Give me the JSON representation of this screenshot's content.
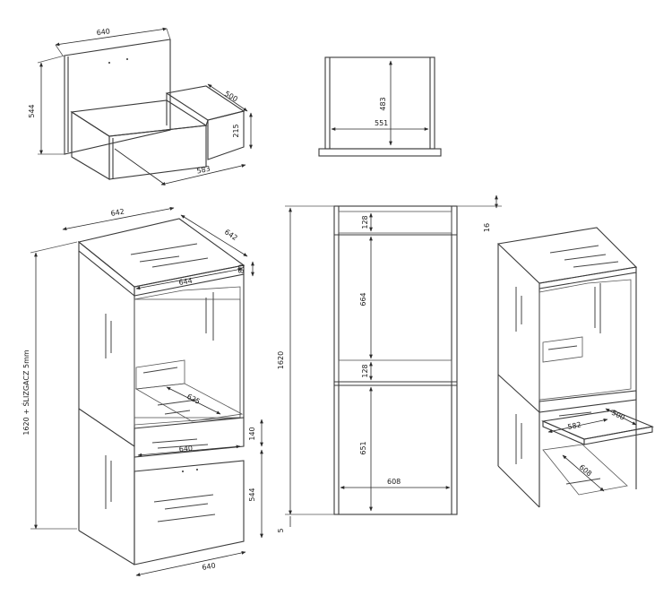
{
  "drawings": {
    "drawer_unit": {
      "width": "640",
      "height": "544",
      "depth": "500",
      "drawer_height": "215",
      "drawer_width": "583"
    },
    "drawer_front": {
      "height": "483",
      "width": "551"
    },
    "cabinet_iso": {
      "width_top": "642",
      "depth_top": "642",
      "front_width": "644",
      "top_height": "80",
      "total_height": "1620 + ŚLIZGACZ 5mm",
      "shelf_depth": "625",
      "drawer_front_width": "640",
      "drawer_front_height": "140",
      "lower_height": "544",
      "bottom_width": "640"
    },
    "front_view": {
      "total_height": "1620",
      "top_gap": "16",
      "top_panel": "128",
      "upper_height": "664",
      "mid_panel": "128",
      "lower_height": "651",
      "inner_width": "608",
      "foot": "5"
    },
    "cabinet_open": {
      "shelf_width": "582",
      "shelf_depth": "500",
      "lower_depth": "608"
    }
  }
}
